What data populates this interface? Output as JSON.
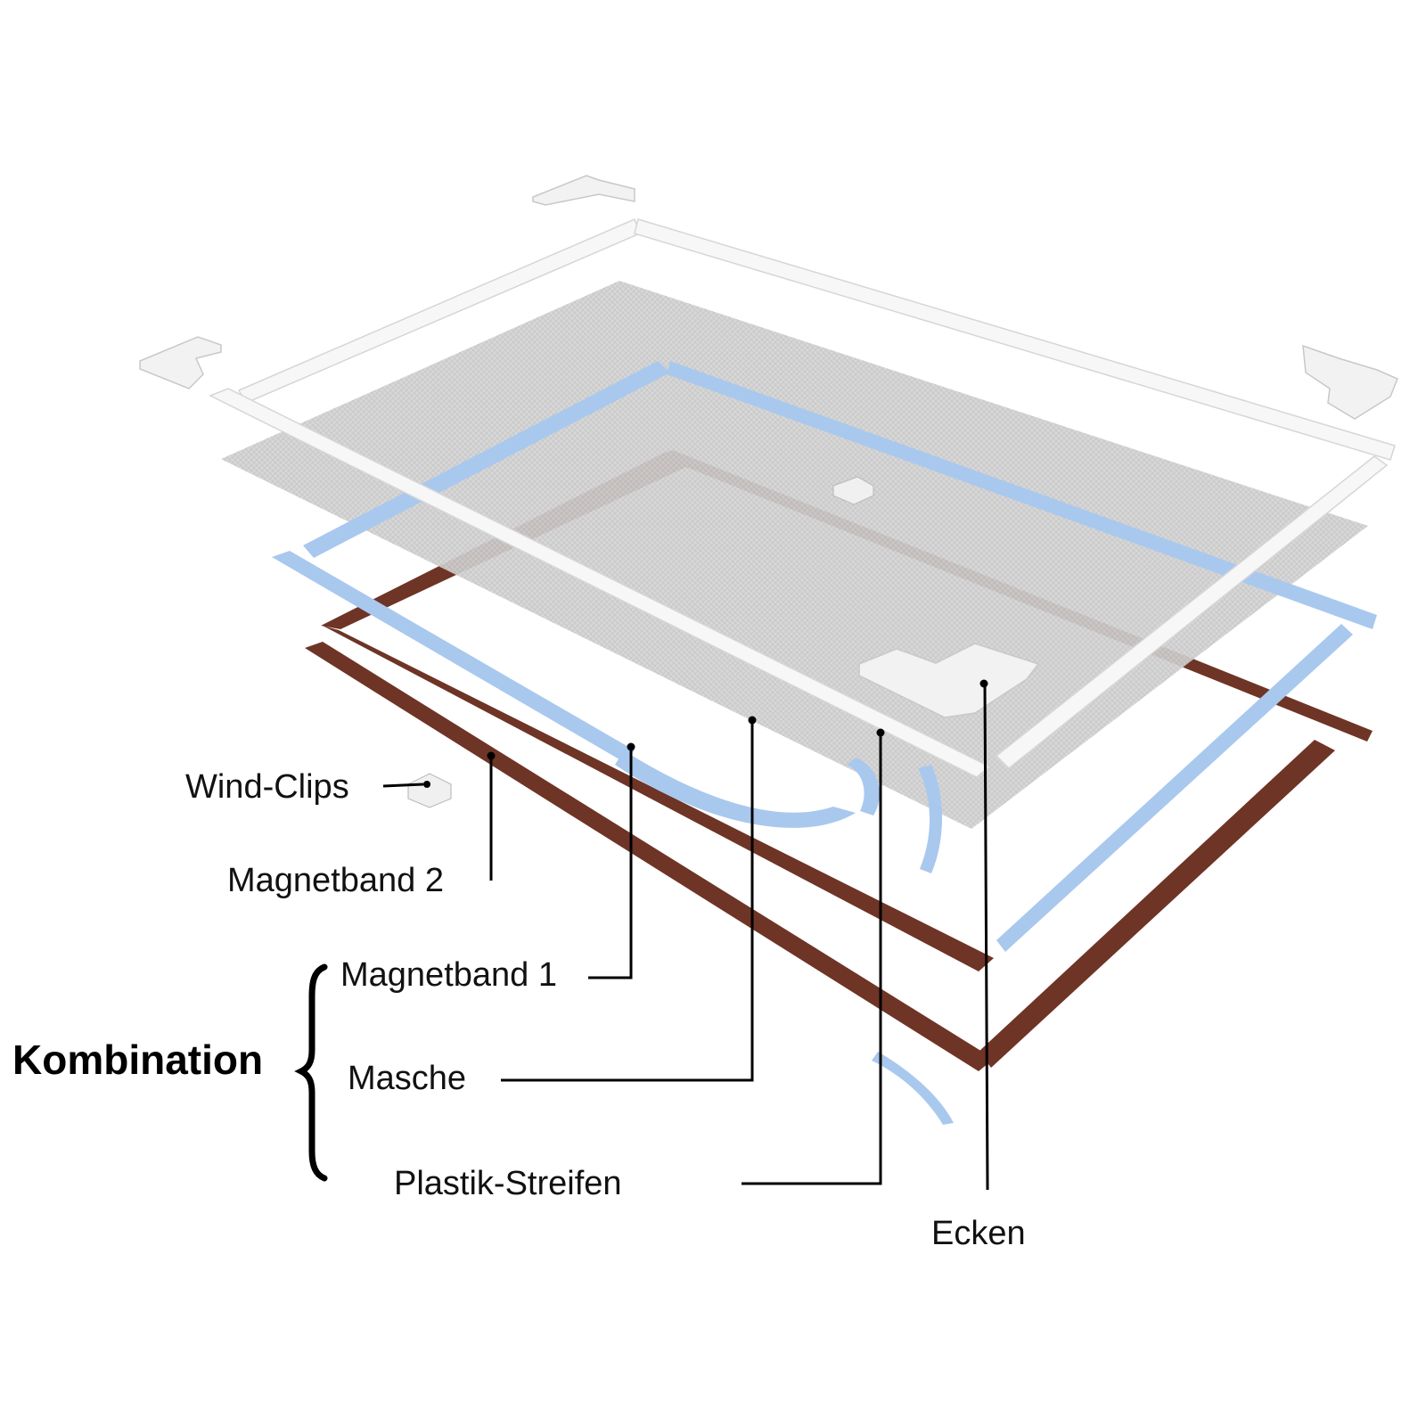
{
  "labels": {
    "wind_clips": "Wind-Clips",
    "magnetband_2": "Magnetband 2",
    "magnetband_1": "Magnetband 1",
    "masche": "Masche",
    "plastik_streifen": "Plastik-Streifen",
    "ecken": "Ecken",
    "kombination": "Kombination"
  },
  "colors": {
    "brown_strip": "#6e3426",
    "blue_strip": "#a9c8ee",
    "mesh": "#d6d6d6",
    "white_frame": "#f7f7f7"
  }
}
